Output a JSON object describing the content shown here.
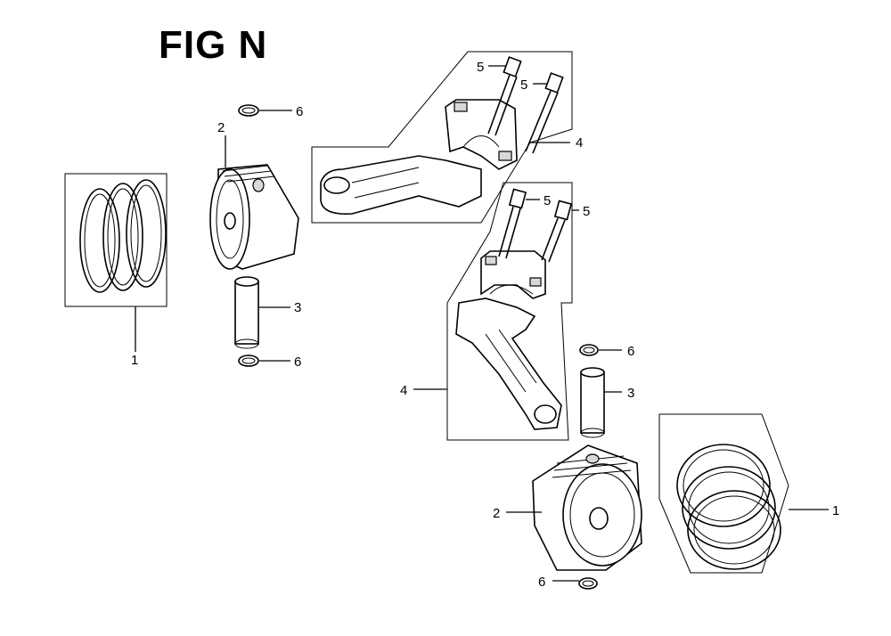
{
  "title": "FIG N",
  "callouts": {
    "c1a": "1",
    "c1b": "1",
    "c2a": "2",
    "c2b": "2",
    "c3a": "3",
    "c3b": "3",
    "c4a": "4",
    "c4b": "4",
    "c5a": "5",
    "c5b": "5",
    "c5c": "5",
    "c5d": "5",
    "c6a": "6",
    "c6b": "6",
    "c6c": "6",
    "c6d": "6"
  }
}
